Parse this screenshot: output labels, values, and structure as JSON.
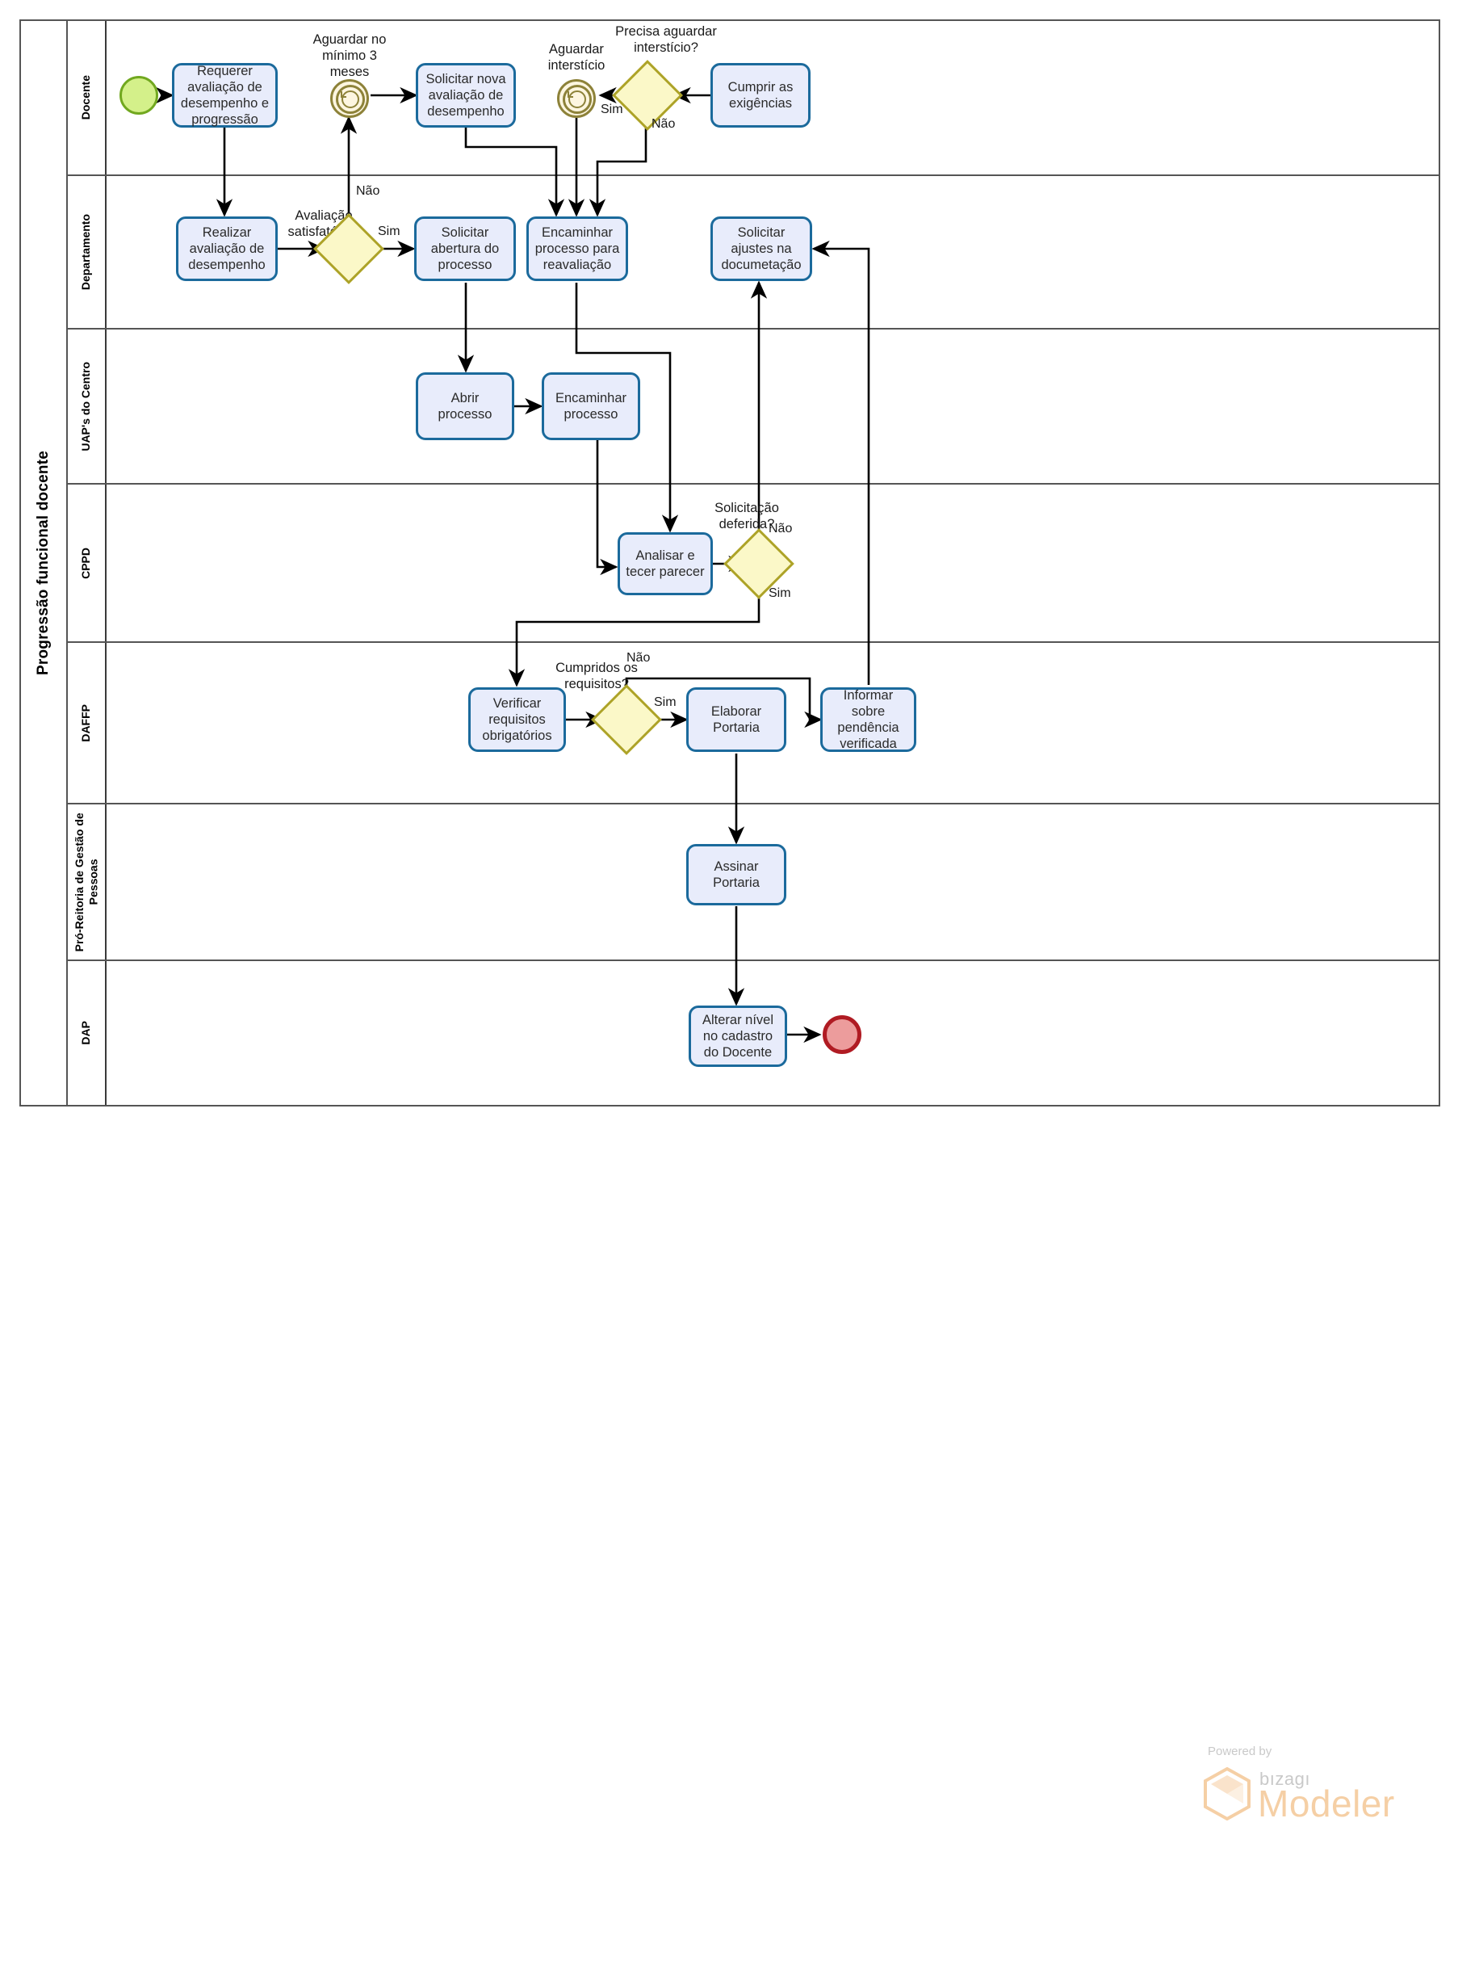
{
  "pool": {
    "title": "Progressão funcional docente"
  },
  "lanes": [
    {
      "id": "docente",
      "label": "Docente"
    },
    {
      "id": "departamento",
      "label": "Departamento"
    },
    {
      "id": "uaps",
      "label": "UAP's do Centro"
    },
    {
      "id": "cppd",
      "label": "CPPD"
    },
    {
      "id": "daffp",
      "label": "DAFFP"
    },
    {
      "id": "prgp",
      "label": "Pró-Reitoria de Gestão de Pessoas"
    },
    {
      "id": "dap",
      "label": "DAP"
    }
  ],
  "tasks": [
    {
      "id": "t-requerer",
      "label": "Requerer avaliação de desempenho e progressão",
      "lane": "docente"
    },
    {
      "id": "t-solicitar-nova",
      "label": "Solicitar nova avaliação de desempenho",
      "lane": "docente"
    },
    {
      "id": "t-cumprir",
      "label": "Cumprir as exigências",
      "lane": "docente"
    },
    {
      "id": "t-realizar",
      "label": "Realizar avaliação de desempenho",
      "lane": "departamento"
    },
    {
      "id": "t-solicitar-abertura",
      "label": "Solicitar abertura do processo",
      "lane": "departamento"
    },
    {
      "id": "t-encaminhar-reav",
      "label": "Encaminhar processo para reavaliação",
      "lane": "departamento"
    },
    {
      "id": "t-solicitar-ajustes",
      "label": "Solicitar ajustes na documetação",
      "lane": "departamento"
    },
    {
      "id": "t-abrir-processo",
      "label": "Abrir processo",
      "lane": "uaps"
    },
    {
      "id": "t-encaminhar-processo",
      "label": "Encaminhar processo",
      "lane": "uaps"
    },
    {
      "id": "t-analisar",
      "label": "Analisar e tecer parecer",
      "lane": "cppd"
    },
    {
      "id": "t-verificar",
      "label": "Verificar requisitos obrigatórios",
      "lane": "daffp"
    },
    {
      "id": "t-elaborar",
      "label": "Elaborar Portaria",
      "lane": "daffp"
    },
    {
      "id": "t-informar",
      "label": "Informar sobre pendência verificada",
      "lane": "daffp"
    },
    {
      "id": "t-assinar",
      "label": "Assinar Portaria",
      "lane": "prgp"
    },
    {
      "id": "t-alterar",
      "label": "Alterar nível no cadastro do Docente",
      "lane": "dap"
    }
  ],
  "events": [
    {
      "id": "e-start",
      "type": "start",
      "label": "",
      "lane": "docente"
    },
    {
      "id": "e-timer-3meses",
      "type": "timer",
      "label": "Aguardar no mínimo 3 meses",
      "lane": "docente"
    },
    {
      "id": "e-timer-intersticio",
      "type": "timer",
      "label": "Aguardar interstício",
      "lane": "docente"
    },
    {
      "id": "e-end",
      "type": "end",
      "label": "",
      "lane": "dap"
    }
  ],
  "gateways": [
    {
      "id": "g-avaliacao",
      "label": "Avaliação satisfatória?",
      "lane": "departamento"
    },
    {
      "id": "g-intersticio",
      "label": "Precisa aguardar interstício?",
      "lane": "docente"
    },
    {
      "id": "g-deferida",
      "label": "Solicitação deferida?",
      "lane": "cppd"
    },
    {
      "id": "g-requisitos",
      "label": "Cumpridos os requisitos?",
      "lane": "daffp"
    }
  ],
  "flow_labels": {
    "avaliacao_nao": "Não",
    "avaliacao_sim": "Sim",
    "intersticio_sim": "Sim",
    "intersticio_nao": "Não",
    "deferida_nao": "Não",
    "deferida_sim": "Sim",
    "requisitos_nao": "Não",
    "requisitos_sim": "Sim"
  },
  "logo": {
    "powered_by": "Powered by",
    "brand": "bızagı",
    "product": "Modeler"
  },
  "colors": {
    "task_fill": "#e8ecfb",
    "task_border": "#1b6a9c",
    "gateway_fill": "#fbf8c8",
    "gateway_border": "#ada328",
    "start_fill": "#d4f08a",
    "start_border": "#71a81f",
    "end_fill": "#ec9c9c",
    "end_border": "#b01b23",
    "timer_border": "#8d8239",
    "lane_border": "#555555",
    "logo_accent": "#f5cfa5"
  }
}
